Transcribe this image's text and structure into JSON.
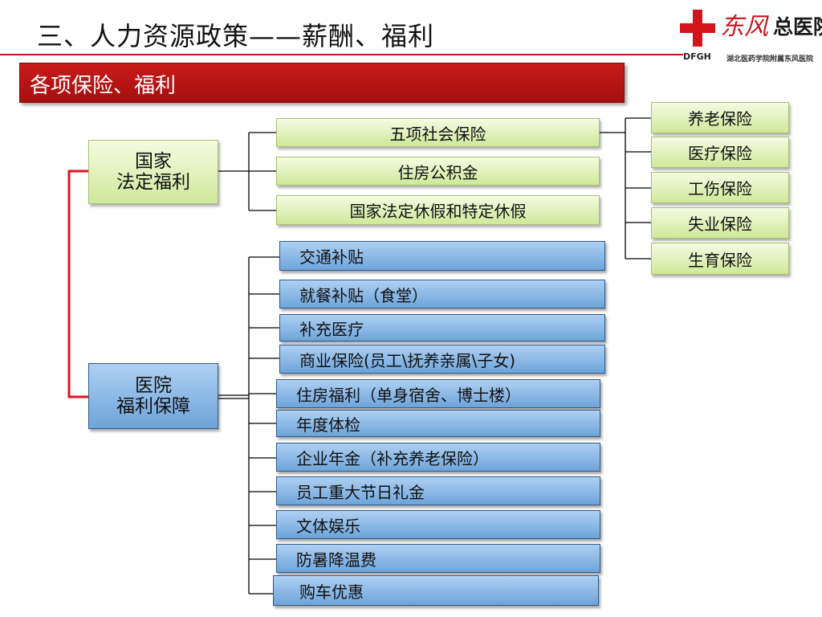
{
  "header": {
    "title": "三、人力资源政策——薪酬、福利",
    "section_label": "各项保险、福利"
  },
  "logo": {
    "cursive_text": "东风",
    "name": "总医院",
    "abbr": "DFGH",
    "subtitle": "湖北医药学院附属东风医院"
  },
  "diagram": {
    "statutory": {
      "line1": "国家",
      "line2": "法定福利",
      "items": [
        "五项社会保险",
        "住房公积金",
        "国家法定休假和特定休假"
      ],
      "insurances": [
        "养老保险",
        "医疗保险",
        "工伤保险",
        "失业保险",
        "生育保险"
      ]
    },
    "hospital": {
      "line1": "医院",
      "line2": "福利保障",
      "items": [
        "交通补贴",
        "就餐补贴（食堂）",
        "补充医疗",
        "商业保险(员工\\抚养亲属\\子女)",
        "住房福利（单身宿舍、博士楼）",
        "年度体检",
        "企业年金（补充养老保险）",
        "员工重大节日礼金",
        "文体娱乐",
        "防暑降温费",
        "购车优惠"
      ]
    }
  },
  "colors": {
    "banner": "#b51414",
    "connector_red": "#e0151c",
    "green_box": "#d8ecaa",
    "blue_box": "#8bb8e6"
  }
}
